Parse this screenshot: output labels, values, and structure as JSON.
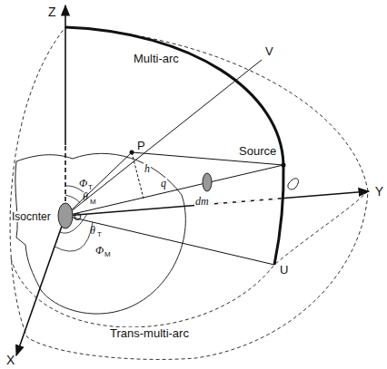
{
  "diagram": {
    "labels": [
      "Z",
      "V",
      "Multi-arc",
      "Source",
      "Y",
      "U",
      "X",
      "Trans-multi-arc",
      "Isocnter",
      "P",
      "Φ",
      "T",
      "h",
      "θ",
      "M",
      "q",
      "dm",
      "O",
      "θ",
      "T",
      "Φ",
      "M"
    ]
  }
}
